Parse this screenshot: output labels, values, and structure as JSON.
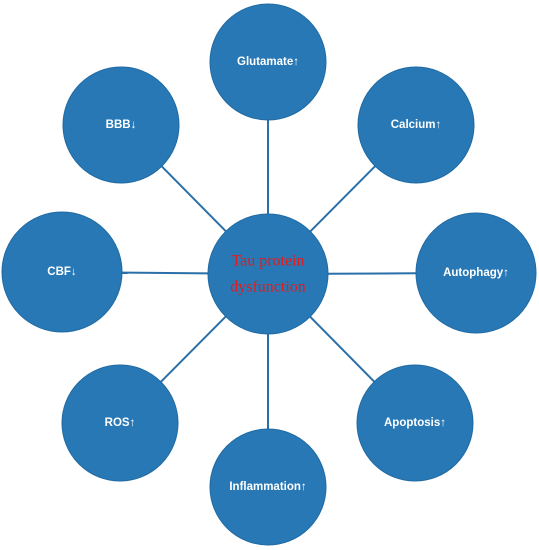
{
  "diagram": {
    "center": {
      "line1": "Tau protein",
      "line2": "dysfunction"
    },
    "nodes": [
      {
        "id": "glutamate",
        "label": "Glutamate↑"
      },
      {
        "id": "calcium",
        "label": "Calcium↑"
      },
      {
        "id": "autophagy",
        "label": "Autophagy↑"
      },
      {
        "id": "apoptosis",
        "label": "Apoptosis↑"
      },
      {
        "id": "inflammation",
        "label": "Inflammation↑"
      },
      {
        "id": "ros",
        "label": "ROS↑"
      },
      {
        "id": "cbf",
        "label": "CBF↓"
      },
      {
        "id": "bbb",
        "label": "BBB↓"
      }
    ],
    "colors": {
      "circle_fill": "#2878b5",
      "connector": "#2a6fa8",
      "center_text": "#e31b1b",
      "node_text": "#ffffff"
    }
  }
}
